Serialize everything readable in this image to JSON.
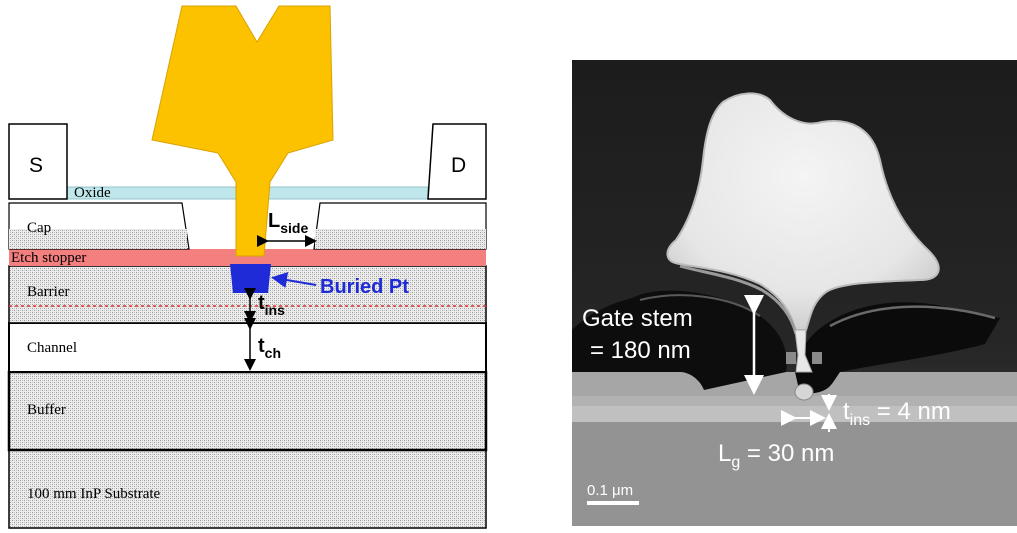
{
  "schematic": {
    "source_label": "S",
    "drain_label": "D",
    "layers": {
      "oxide": "Oxide",
      "cap": "Cap",
      "etch_stopper": "Etch stopper",
      "barrier": "Barrier",
      "channel": "Channel",
      "buffer": "Buffer",
      "substrate": "100 mm InP Substrate"
    },
    "annotations": {
      "l_side_main": "L",
      "l_side_sub": "side",
      "t_ins_main": "t",
      "t_ins_sub": "ins",
      "t_ch_main": "t",
      "t_ch_sub": "ch",
      "buried_pt": "Buried Pt"
    },
    "colors": {
      "gate_metal": "#fcc200",
      "oxide": "#bfe6ea",
      "etch_stopper": "#f47f7f",
      "buried_pt": "#1e2bd6",
      "layer_fill": "#d8d8d8"
    }
  },
  "sem": {
    "gate_stem_line1": "Gate stem",
    "gate_stem_line2": "= 180 nm",
    "t_ins_main": "t",
    "t_ins_sub": "ins",
    "t_ins_value": " = 4 nm",
    "lg_main": "L",
    "lg_sub": "g",
    "lg_value": " = 30 nm",
    "scale_bar": "0.1 μm"
  }
}
